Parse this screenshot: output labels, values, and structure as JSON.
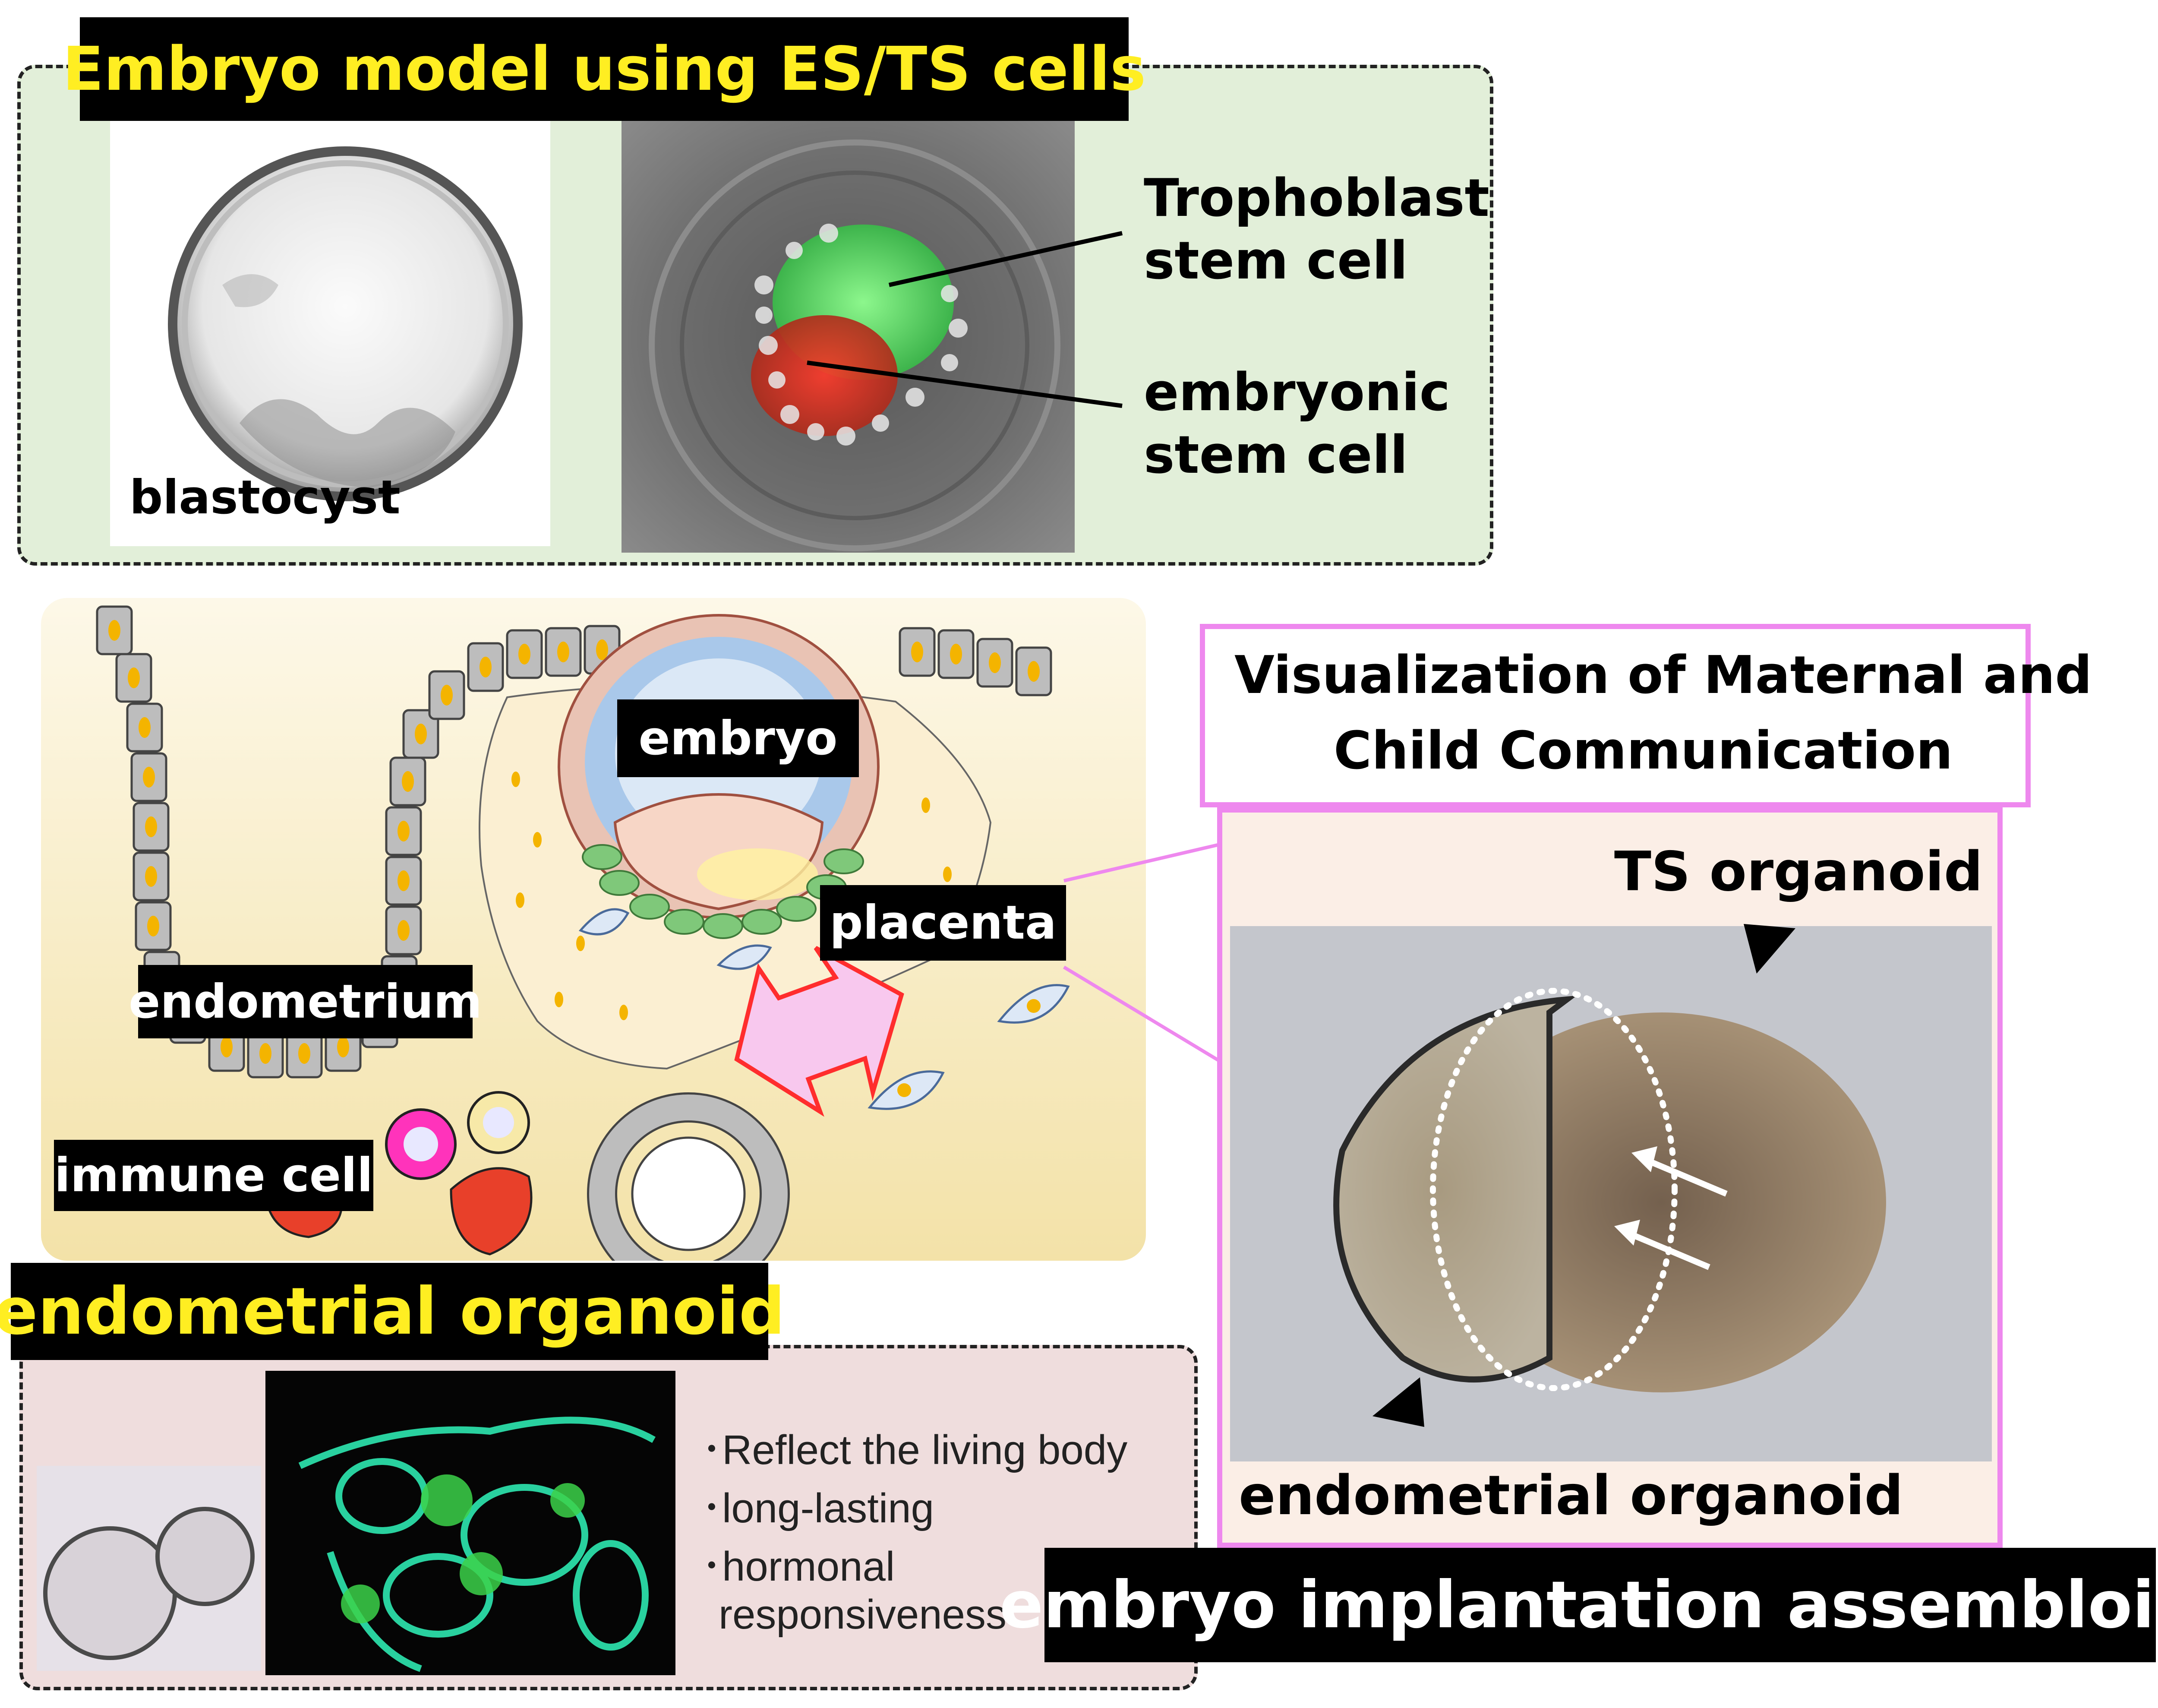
{
  "top_panel": {
    "title": "Embryo model using ES/TS cells",
    "blastocyst_label": "blastocyst",
    "ts_label_line1": "Trophoblast",
    "ts_label_line2": "stem cell",
    "es_label_line1": "embryonic",
    "es_label_line2": "stem cell"
  },
  "schematic": {
    "embryo_label": "embryo",
    "placenta_label": "placenta",
    "endometrium_label": "endometrium",
    "immune_label": "immune cell"
  },
  "visualization": {
    "title_line1": "Visualization of Maternal and",
    "title_line2": "Child Communication",
    "ts_organoid_label": "TS organoid",
    "endometrial_organoid_label": "endometrial organoid"
  },
  "organoid_panel": {
    "title": "endometrial organoid",
    "bullets": [
      "Reflect the living body",
      "long-lasting",
      "hormonal",
      "responsiveness"
    ]
  },
  "assembloid_label": "embryo implantation assembloid",
  "colors": {
    "green_panel": "#e2efd9",
    "cream_bg": "#faf0c8",
    "pink_border": "#ee88ee",
    "pink_panel": "#efdddd",
    "title_yellow": "#ffee22"
  }
}
